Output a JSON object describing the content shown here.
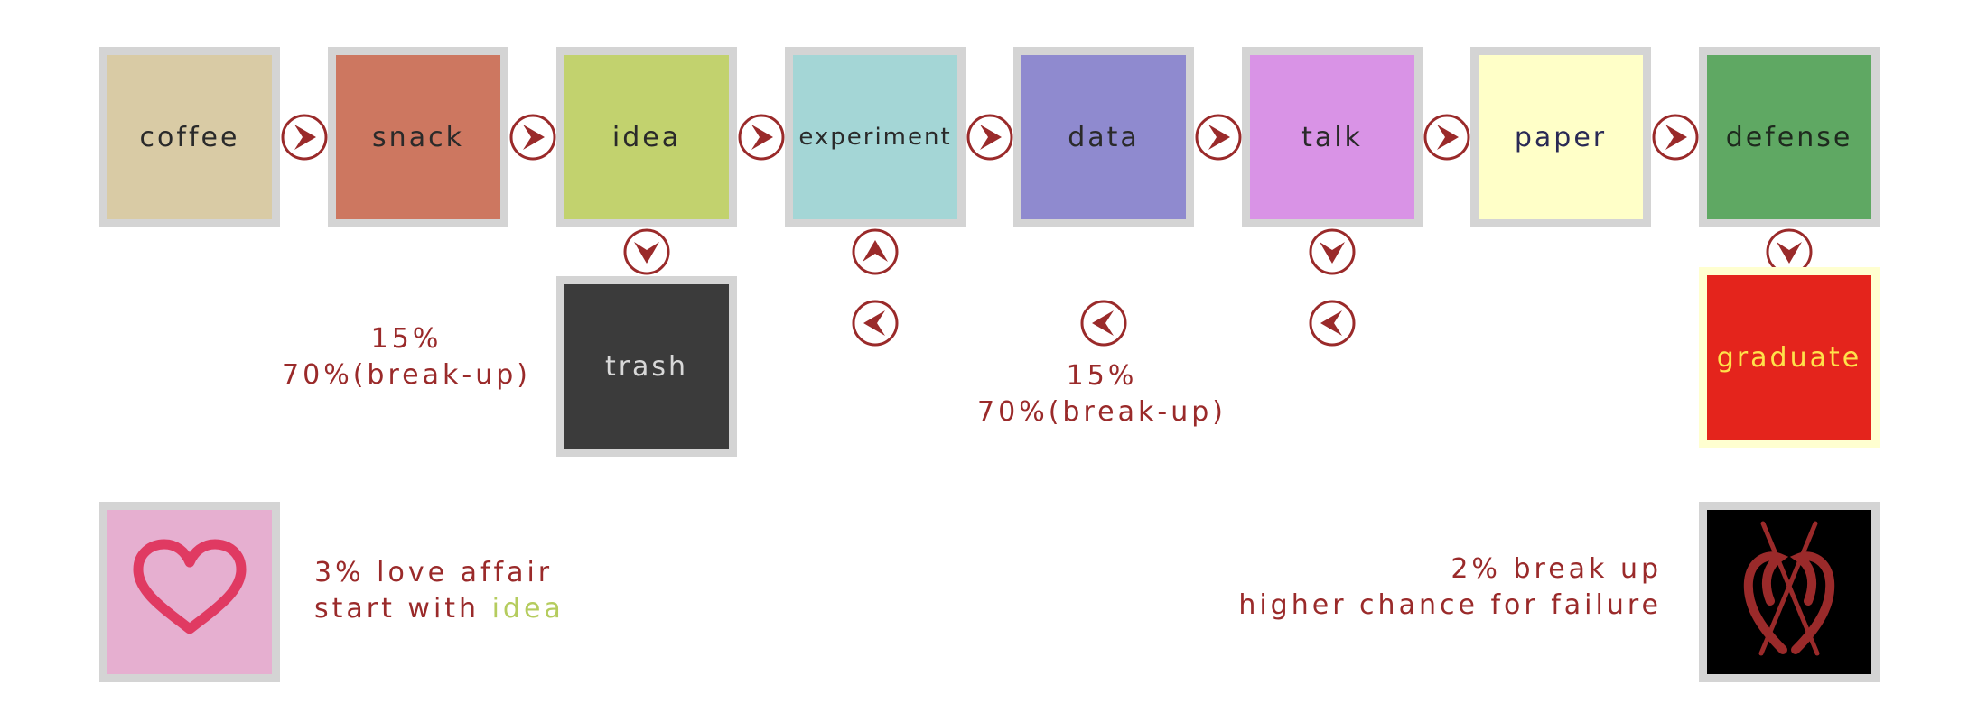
{
  "colors": {
    "accent": "#9a2a2a",
    "tile_border": "#d4d4d4",
    "highlight_green": "#b5cc5e"
  },
  "tiles": {
    "coffee": {
      "label": "coffee",
      "bg": "#d9cba5",
      "fg": "#2a2a2a"
    },
    "snack": {
      "label": "snack",
      "bg": "#cd7760",
      "fg": "#2a2a2a"
    },
    "idea": {
      "label": "idea",
      "bg": "#c2d26e",
      "fg": "#2a2a2a"
    },
    "experiment": {
      "label": "experiment",
      "bg": "#a4d6d6",
      "fg": "#2a2a2a"
    },
    "data": {
      "label": "data",
      "bg": "#8f8acf",
      "fg": "#2a2a2a"
    },
    "talk": {
      "label": "talk",
      "bg": "#d993e6",
      "fg": "#2a2a2a"
    },
    "paper": {
      "label": "paper",
      "bg": "#ffffc8",
      "fg": "#2a2a55"
    },
    "defense": {
      "label": "defense",
      "bg": "#5fa863",
      "fg": "#1e2a1e"
    },
    "trash": {
      "label": "trash",
      "bg": "#3b3b3b",
      "fg": "#d8d8d8"
    },
    "graduate": {
      "label": "graduate",
      "bg": "#e4241c",
      "fg": "#ffe24a",
      "border": "#ffffd0"
    },
    "love": {
      "bg": "#e6afd0",
      "icon": "heart-icon",
      "icon_color": "#e03a62"
    },
    "breakup": {
      "bg": "#000000",
      "icon": "broken-heart-icon",
      "icon_color": "#9a2a2a"
    }
  },
  "notes": {
    "trash_prob": {
      "line1": "15%",
      "line2": "70%(break-up)"
    },
    "data_prob": {
      "line1": "15%",
      "line2": "70%(break-up)"
    },
    "love": {
      "line1": "3% love affair",
      "line2_prefix": "start with ",
      "line2_highlight": "idea"
    },
    "breakup": {
      "line1": "2% break up",
      "line2": "higher chance for failure"
    }
  }
}
